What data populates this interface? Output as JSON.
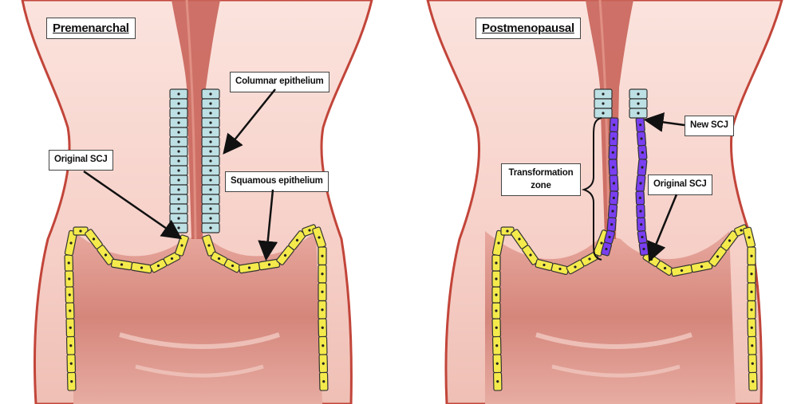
{
  "left_panel": {
    "title": "Premenarchal",
    "labels": {
      "columnar": "Columnar epithelium",
      "original_scj": "Original SCJ",
      "squamous": "Squamous epithelium"
    }
  },
  "right_panel": {
    "title": "Postmenopausal",
    "labels": {
      "new_scj": "New SCJ",
      "transformation_zone_line1": "Transformation",
      "transformation_zone_line2": "zone",
      "original_scj": "Original SCJ"
    }
  },
  "colors": {
    "tissue": "#f6d3cc",
    "tissue_dark": "#d98a80",
    "canal": "#c9645a",
    "squamous_cell": "#f4ea4c",
    "columnar_cell": "#bde0e4",
    "metaplastic_cell": "#7a3ff0"
  }
}
